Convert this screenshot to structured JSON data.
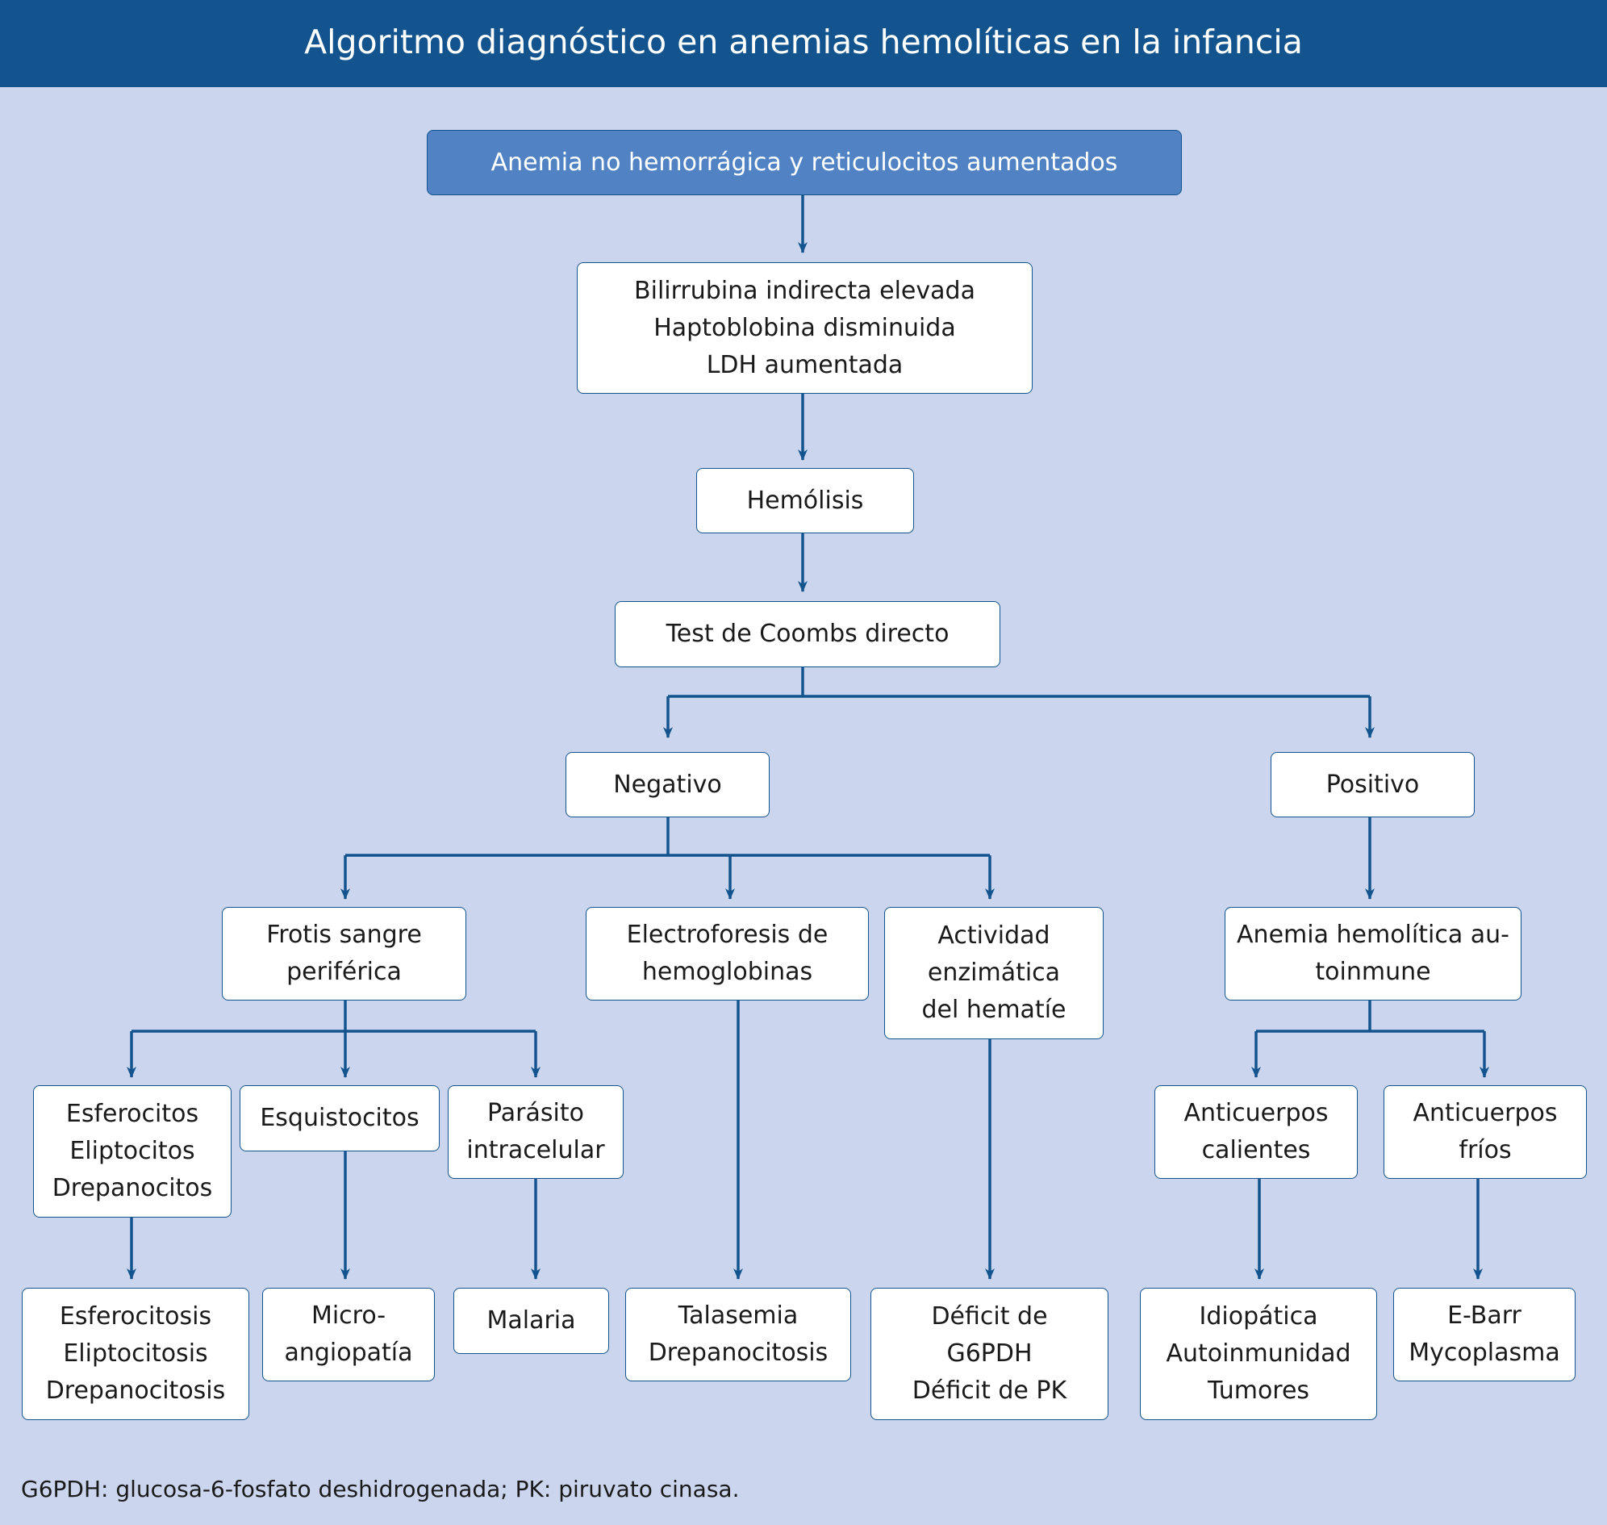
{
  "header": {
    "title": "Algoritmo diagnóstico en anemias hemolíticas en la infancia"
  },
  "nodes": {
    "root": [
      "Anemia no hemorrágica y reticulocitos aumentados"
    ],
    "labs": [
      "Bilirrubina indirecta elevada",
      "Haptoblobina disminuida",
      "LDH aumentada"
    ],
    "hemolisis": [
      "Hemólisis"
    ],
    "coombs": [
      "Test de Coombs directo"
    ],
    "negativo": [
      "Negativo"
    ],
    "positivo": [
      "Positivo"
    ],
    "frotis": [
      "Frotis sangre",
      "periférica"
    ],
    "electroforesis": [
      "Electroforesis de",
      "hemoglobinas"
    ],
    "actividad": [
      "Actividad",
      "enzimática",
      "del hematíe"
    ],
    "aha": [
      "Anemia hemolítica au-",
      "toinmune"
    ],
    "esferocitos": [
      "Esferocitos",
      "Eliptocitos",
      "Drepanocitos"
    ],
    "esquistocitos": [
      "Esquistocitos"
    ],
    "parasito": [
      "Parásito",
      "intracelular"
    ],
    "calientes": [
      "Anticuerpos",
      "calientes"
    ],
    "frios": [
      "Anticuerpos",
      "fríos"
    ],
    "esferocitosis": [
      "Esferocitosis",
      "Eliptocitosis",
      "Drepanocitosis"
    ],
    "microangiopatia": [
      "Micro-",
      "angiopatía"
    ],
    "malaria": [
      "Malaria"
    ],
    "talasemia": [
      "Talasemia",
      "Drepanocitosis"
    ],
    "deficit": [
      "Déficit de",
      "G6PDH",
      "Déficit de PK"
    ],
    "idiopatica": [
      "Idiopática",
      "Autoinmunidad",
      "Tumores"
    ],
    "ebarr": [
      "E-Barr",
      "Mycoplasma"
    ]
  },
  "footnote": "G6PDH: glucosa-6-fosfato deshidrogenada; PK: piruvato cinasa.",
  "colors": {
    "background": "#cbd6ee",
    "header": "#13548f",
    "root_fill": "#5183c4",
    "line": "#13548f",
    "box_fill": "#ffffff"
  }
}
